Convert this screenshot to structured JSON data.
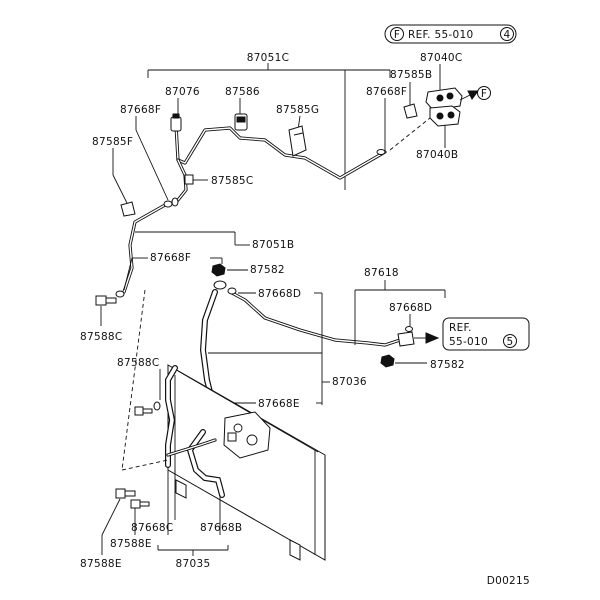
{
  "diagram_code": "D00215",
  "refs": {
    "ref_top": {
      "badge_letter": "F",
      "text": "REF. 55-010",
      "num": "4"
    },
    "ref_mid": {
      "text_line1": "REF.",
      "text_line2": "55-010",
      "num": "5"
    },
    "arrow_letter": "F"
  },
  "labels": {
    "p87051C": "87051C",
    "p87040C": "87040C",
    "p87585B": "87585B",
    "p87076": "87076",
    "p87586": "87586",
    "p87668F_a": "87668F",
    "p87585G": "87585G",
    "p87668F_b": "87668F",
    "p87585F": "87585F",
    "p87040B": "87040B",
    "p87585C": "87585C",
    "p87051B": "87051B",
    "p87668F_c": "87668F",
    "p87582_a": "87582",
    "p87618": "87618",
    "p87668D_a": "87668D",
    "p87668D_b": "87668D",
    "p87588C_a": "87588C",
    "p87582_b": "87582",
    "p87588C_b": "87588C",
    "p87036": "87036",
    "p87668E": "87668E",
    "p87588E_a": "87588E",
    "p87668C": "87668C",
    "p87668B": "87668B",
    "p87588E_b": "87588E",
    "p87035": "87035"
  }
}
